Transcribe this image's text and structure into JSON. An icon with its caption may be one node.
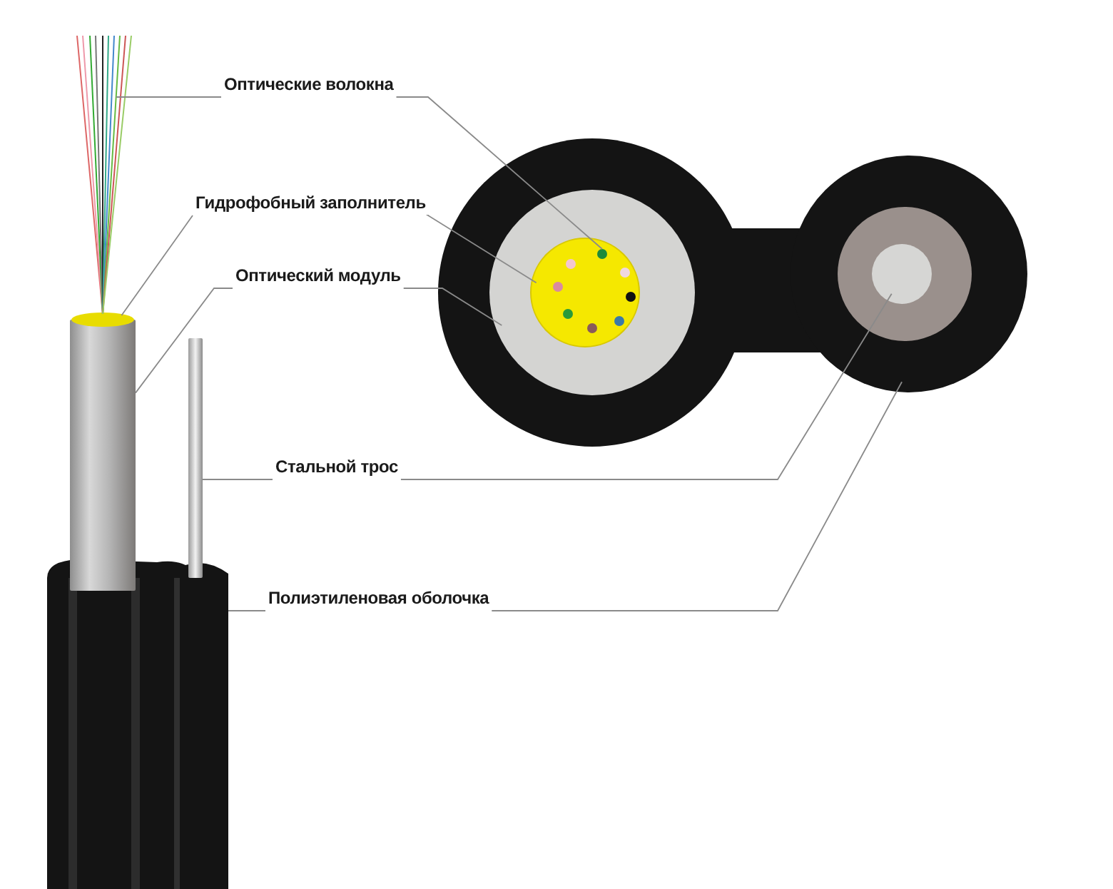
{
  "diagram": {
    "nodes": [
      {
        "text": [
          "Оптические волокна"
        ]
      },
      {
        "text": [
          "Гидрофобный заполнитель"
        ]
      },
      {
        "text": [
          "Оптический модуль"
        ]
      },
      {
        "text": [
          "Стальной трос"
        ]
      },
      {
        "text": [
          "Полиэтиленовая оболочка"
        ]
      },
      {
        "text": [],
        "shape": "picture"
      },
      {
        "text": [],
        "shape": "circle",
        "in": 8
      },
      {
        "text": [],
        "shape": "circle"
      },
      {
        "text": [],
        "shape": "circle",
        "in": 10
      },
      {
        "text": [],
        "shape": "cylinder"
      },
      {
        "text": [],
        "shape": "circle",
        "in": 14
      },
      {
        "text": [],
        "shape": "cylinder"
      },
      {
        "text": [],
        "shape": "circle"
      },
      {
        "text": [],
        "shape": "picture"
      },
      {
        "text": [],
        "shape": "picture"
      }
    ],
    "edges": [
      {
        "from": 0,
        "to": 5,
        "arrow": "none"
      },
      {
        "from": 0,
        "to": 6,
        "arrow": "none"
      },
      {
        "from": 1,
        "to": 7,
        "arrow": "none"
      },
      {
        "from": 1,
        "to": 8,
        "arrow": "none"
      },
      {
        "from": 2,
        "to": 9,
        "arrow": "none"
      },
      {
        "from": 2,
        "to": 10,
        "arrow": "none"
      },
      {
        "from": 3,
        "to": 11,
        "arrow": "none"
      },
      {
        "from": 3,
        "to": 12,
        "arrow": "none"
      },
      {
        "from": 4,
        "to": 13,
        "arrow": "none"
      },
      {
        "from": 4,
        "to": 14,
        "arrow": "none"
      }
    ]
  }
}
